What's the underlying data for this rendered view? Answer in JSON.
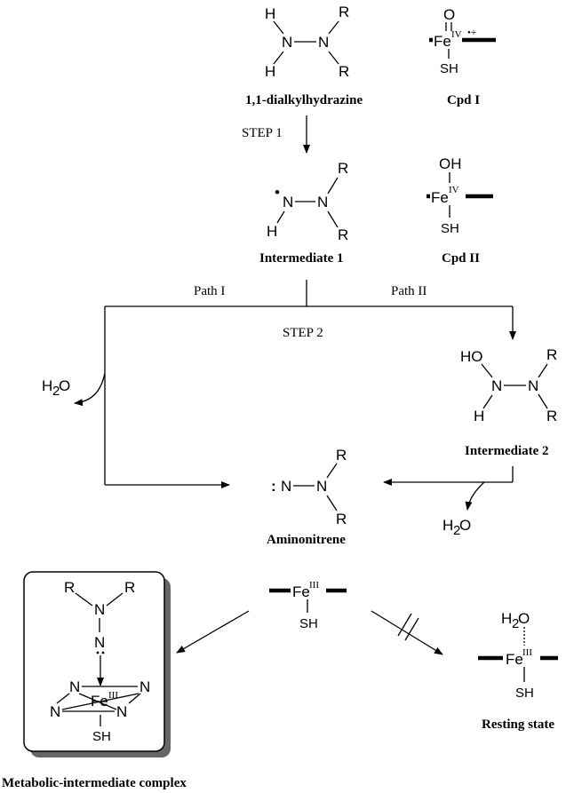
{
  "atoms": {
    "H": "H",
    "N": "N",
    "R": "R",
    "O": "O",
    "SH": "SH",
    "OH": "OH",
    "HO": "HO",
    "Fe": "Fe",
    "H2O_H": "H",
    "H2O_2": "2",
    "H2O_O": "O",
    "radical": "•",
    "nitrene_dots": ":",
    "N_colon": "N"
  },
  "oxidation": {
    "IV": "IV",
    "III": "III",
    "cation_radical": "•+"
  },
  "labels": {
    "hydrazine": "1,1-dialkylhydrazine",
    "cpd1": "Cpd I",
    "cpd2": "Cpd II",
    "intermediate1": "Intermediate 1",
    "intermediate2": "Intermediate 2",
    "aminonitrene": "Aminonitrene",
    "resting": "Resting state",
    "mic": "Metabolic-intermediate complex"
  },
  "steps": {
    "step1": "STEP 1",
    "step2": "STEP 2",
    "path1": "Path I",
    "path2": "Path II"
  }
}
